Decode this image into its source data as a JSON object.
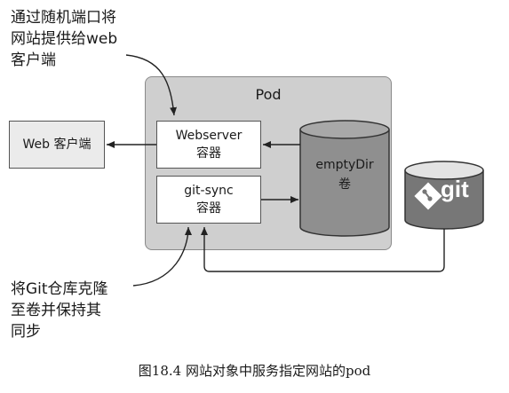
{
  "annotations": {
    "top": "通过随机端口将\n网站提供给web\n客户端",
    "bottom": "将Git仓库克隆\n至卷并保持其\n同步"
  },
  "pod": {
    "label": "Pod"
  },
  "client": {
    "label": "Web 客户端"
  },
  "webserver": {
    "label": "Webserver\n容器"
  },
  "gitsync": {
    "label": "git-sync\n容器"
  },
  "volume": {
    "label": "emptyDir\n卷"
  },
  "git_repo": {
    "logo_text": "git",
    "icon": "git-logo-icon"
  },
  "caption": "图18.4 网站对象中服务指定网站的pod"
}
